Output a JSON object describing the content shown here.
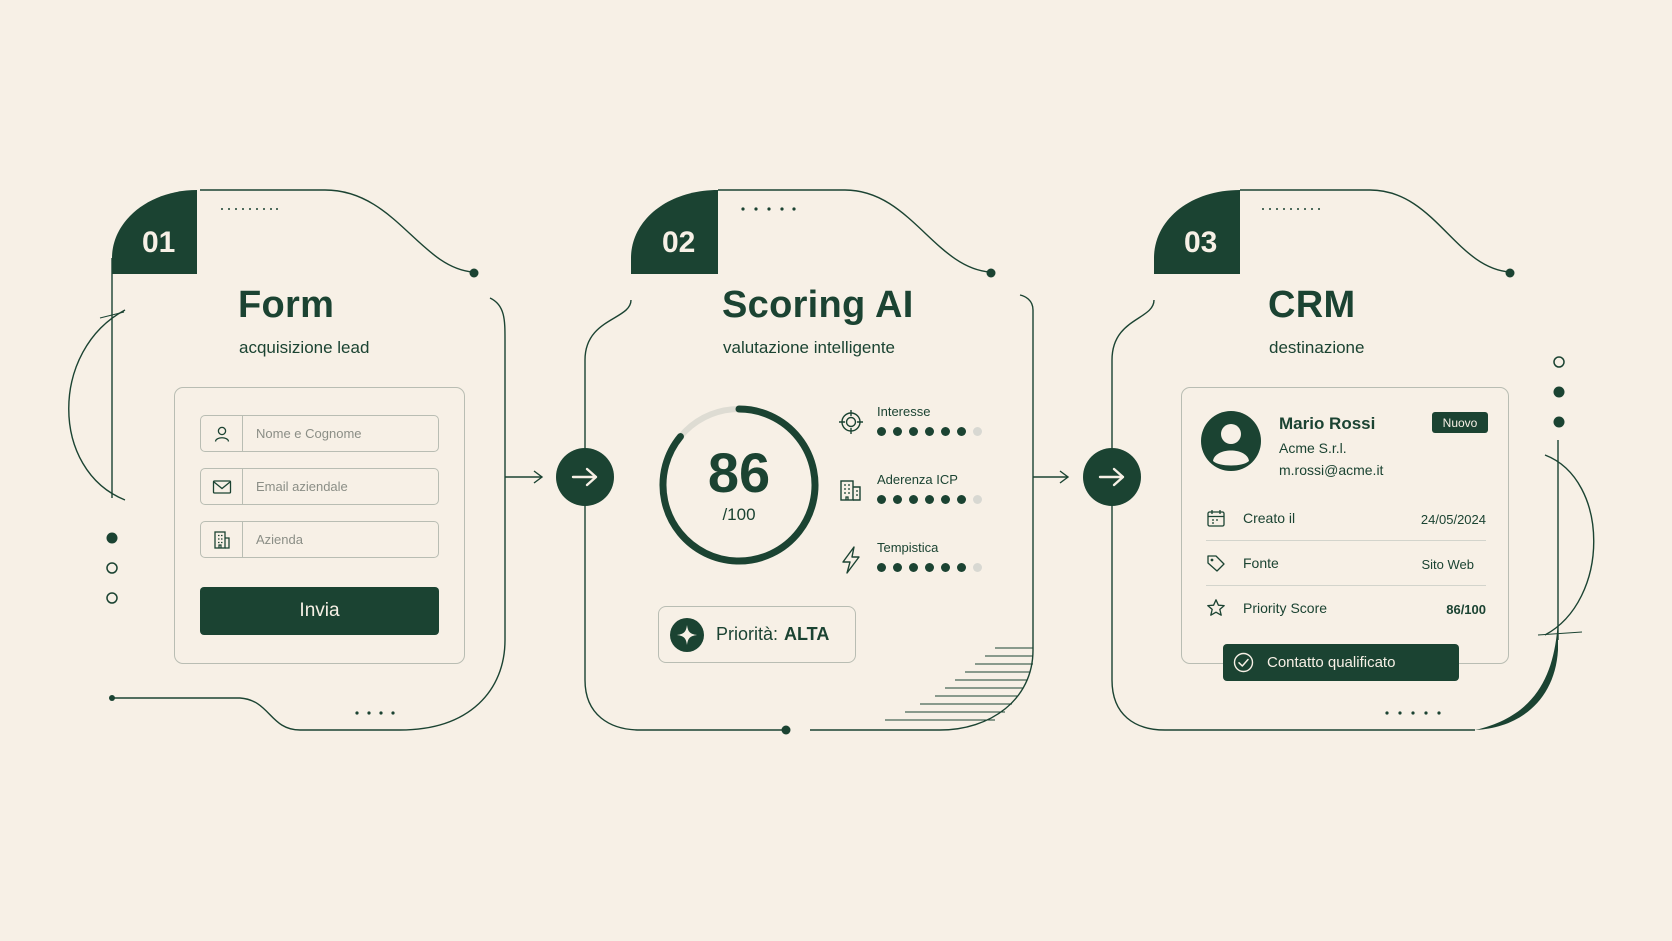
{
  "colors": {
    "background": "#f7f0e6",
    "accent": "#1b4332",
    "border": "#b9bdb3",
    "inactive_dot": "#d8d8d2"
  },
  "steps": [
    {
      "number": "01",
      "title": "Form",
      "subtitle": "acquisizione lead"
    },
    {
      "number": "02",
      "title": "Scoring AI",
      "subtitle": "valutazione intelligente"
    },
    {
      "number": "03",
      "title": "CRM",
      "subtitle": "destinazione"
    }
  ],
  "form": {
    "fields": [
      {
        "placeholder": "Nome e Cognome",
        "icon": "user-icon"
      },
      {
        "placeholder": "Email aziendale",
        "icon": "mail-icon"
      },
      {
        "placeholder": "Azienda",
        "icon": "building-icon"
      }
    ],
    "submit_label": "Invia"
  },
  "scoring": {
    "score": "86",
    "score_suffix": "/100",
    "score_fraction": 0.86,
    "metrics": [
      {
        "label": "Interesse",
        "icon": "target-icon",
        "filled": 6,
        "total": 7
      },
      {
        "label": "Aderenza ICP",
        "icon": "building-icon",
        "filled": 6,
        "total": 7
      },
      {
        "label": "Tempistica",
        "icon": "lightning-icon",
        "filled": 6,
        "total": 7
      }
    ],
    "priority_label": "Priorità:",
    "priority_value": "ALTA"
  },
  "crm": {
    "name": "Mario Rossi",
    "company": "Acme S.r.l.",
    "email": "m.rossi@acme.it",
    "badge": "Nuovo",
    "rows": [
      {
        "label": "Creato il",
        "value": "24/05/2024",
        "icon": "calendar-icon"
      },
      {
        "label": "Fonte",
        "value": "Sito Web",
        "icon": "tag-icon"
      },
      {
        "label": "Priority Score",
        "value": "86/100",
        "icon": "star-icon"
      }
    ],
    "status_label": "Contatto qualificato"
  }
}
